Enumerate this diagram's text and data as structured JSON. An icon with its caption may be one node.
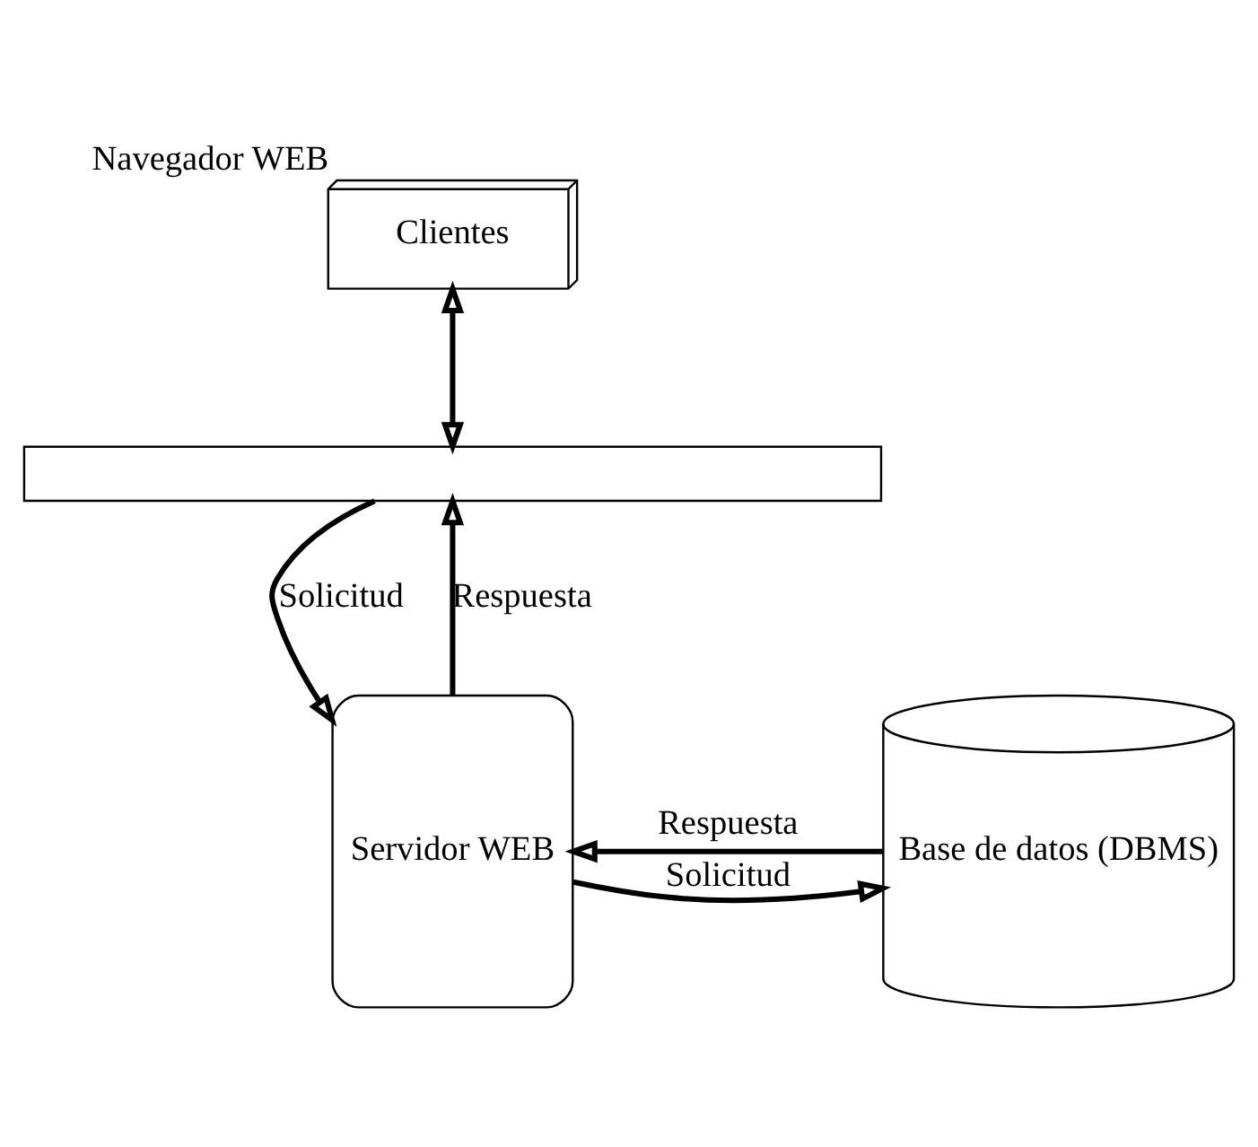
{
  "diagram": {
    "nodes": [
      {
        "text": [
          "Clientes"
        ],
        "beside": [
          "Navegador WEB"
        ]
      },
      {
        "text": [],
        "shape": "bar"
      },
      {
        "text": [
          "Servidor WEB"
        ]
      },
      {
        "text": [
          "Base de datos (DBMS)"
        ]
      }
    ],
    "edges": [
      {
        "from": 0,
        "to": 1,
        "arrow": "both"
      },
      {
        "from": 1,
        "to": 2,
        "arrow": "to",
        "label": "Solicitud"
      },
      {
        "from": 2,
        "to": 1,
        "arrow": "to",
        "label": "Respuesta"
      },
      {
        "from": 2,
        "to": 3,
        "arrow": "to",
        "label": "Solicitud"
      },
      {
        "from": 3,
        "to": 2,
        "arrow": "to",
        "label": "Respuesta"
      }
    ]
  }
}
